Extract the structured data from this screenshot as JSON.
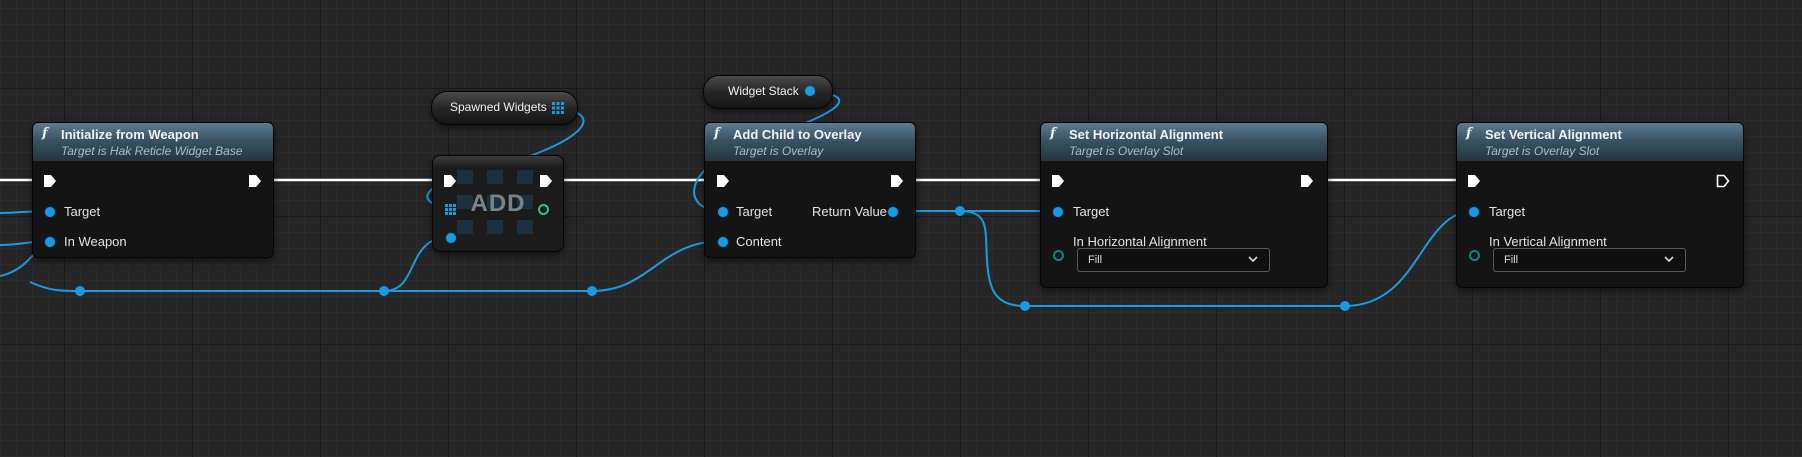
{
  "nodes": {
    "init_weapon": {
      "title": "Initialize from Weapon",
      "subtitle": "Target is Hak Reticle Widget Base",
      "pins": {
        "target": "Target",
        "in_weapon": "In Weapon"
      }
    },
    "spawned_widgets": {
      "label": "Spawned Widgets"
    },
    "add": {
      "label": "ADD"
    },
    "widget_stack": {
      "label": "Widget Stack"
    },
    "add_child": {
      "title": "Add Child to Overlay",
      "subtitle": "Target is Overlay",
      "pins": {
        "target": "Target",
        "content": "Content",
        "return_value": "Return Value"
      }
    },
    "set_h_align": {
      "title": "Set Horizontal Alignment",
      "subtitle": "Target is Overlay Slot",
      "pins": {
        "target": "Target",
        "alignment": "In Horizontal Alignment"
      },
      "dropdown_value": "Fill"
    },
    "set_v_align": {
      "title": "Set Vertical Alignment",
      "subtitle": "Target is Overlay Slot",
      "pins": {
        "target": "Target",
        "alignment": "In Vertical Alignment"
      },
      "dropdown_value": "Fill"
    }
  },
  "glyphs": {
    "function": "f"
  },
  "colors": {
    "object_wire": "#1a9ae2",
    "exec_wire": "#ffffff",
    "enum_pin": "#0a8a80",
    "array_pin": "#1a9ae2",
    "node_header": "#3a5363"
  }
}
